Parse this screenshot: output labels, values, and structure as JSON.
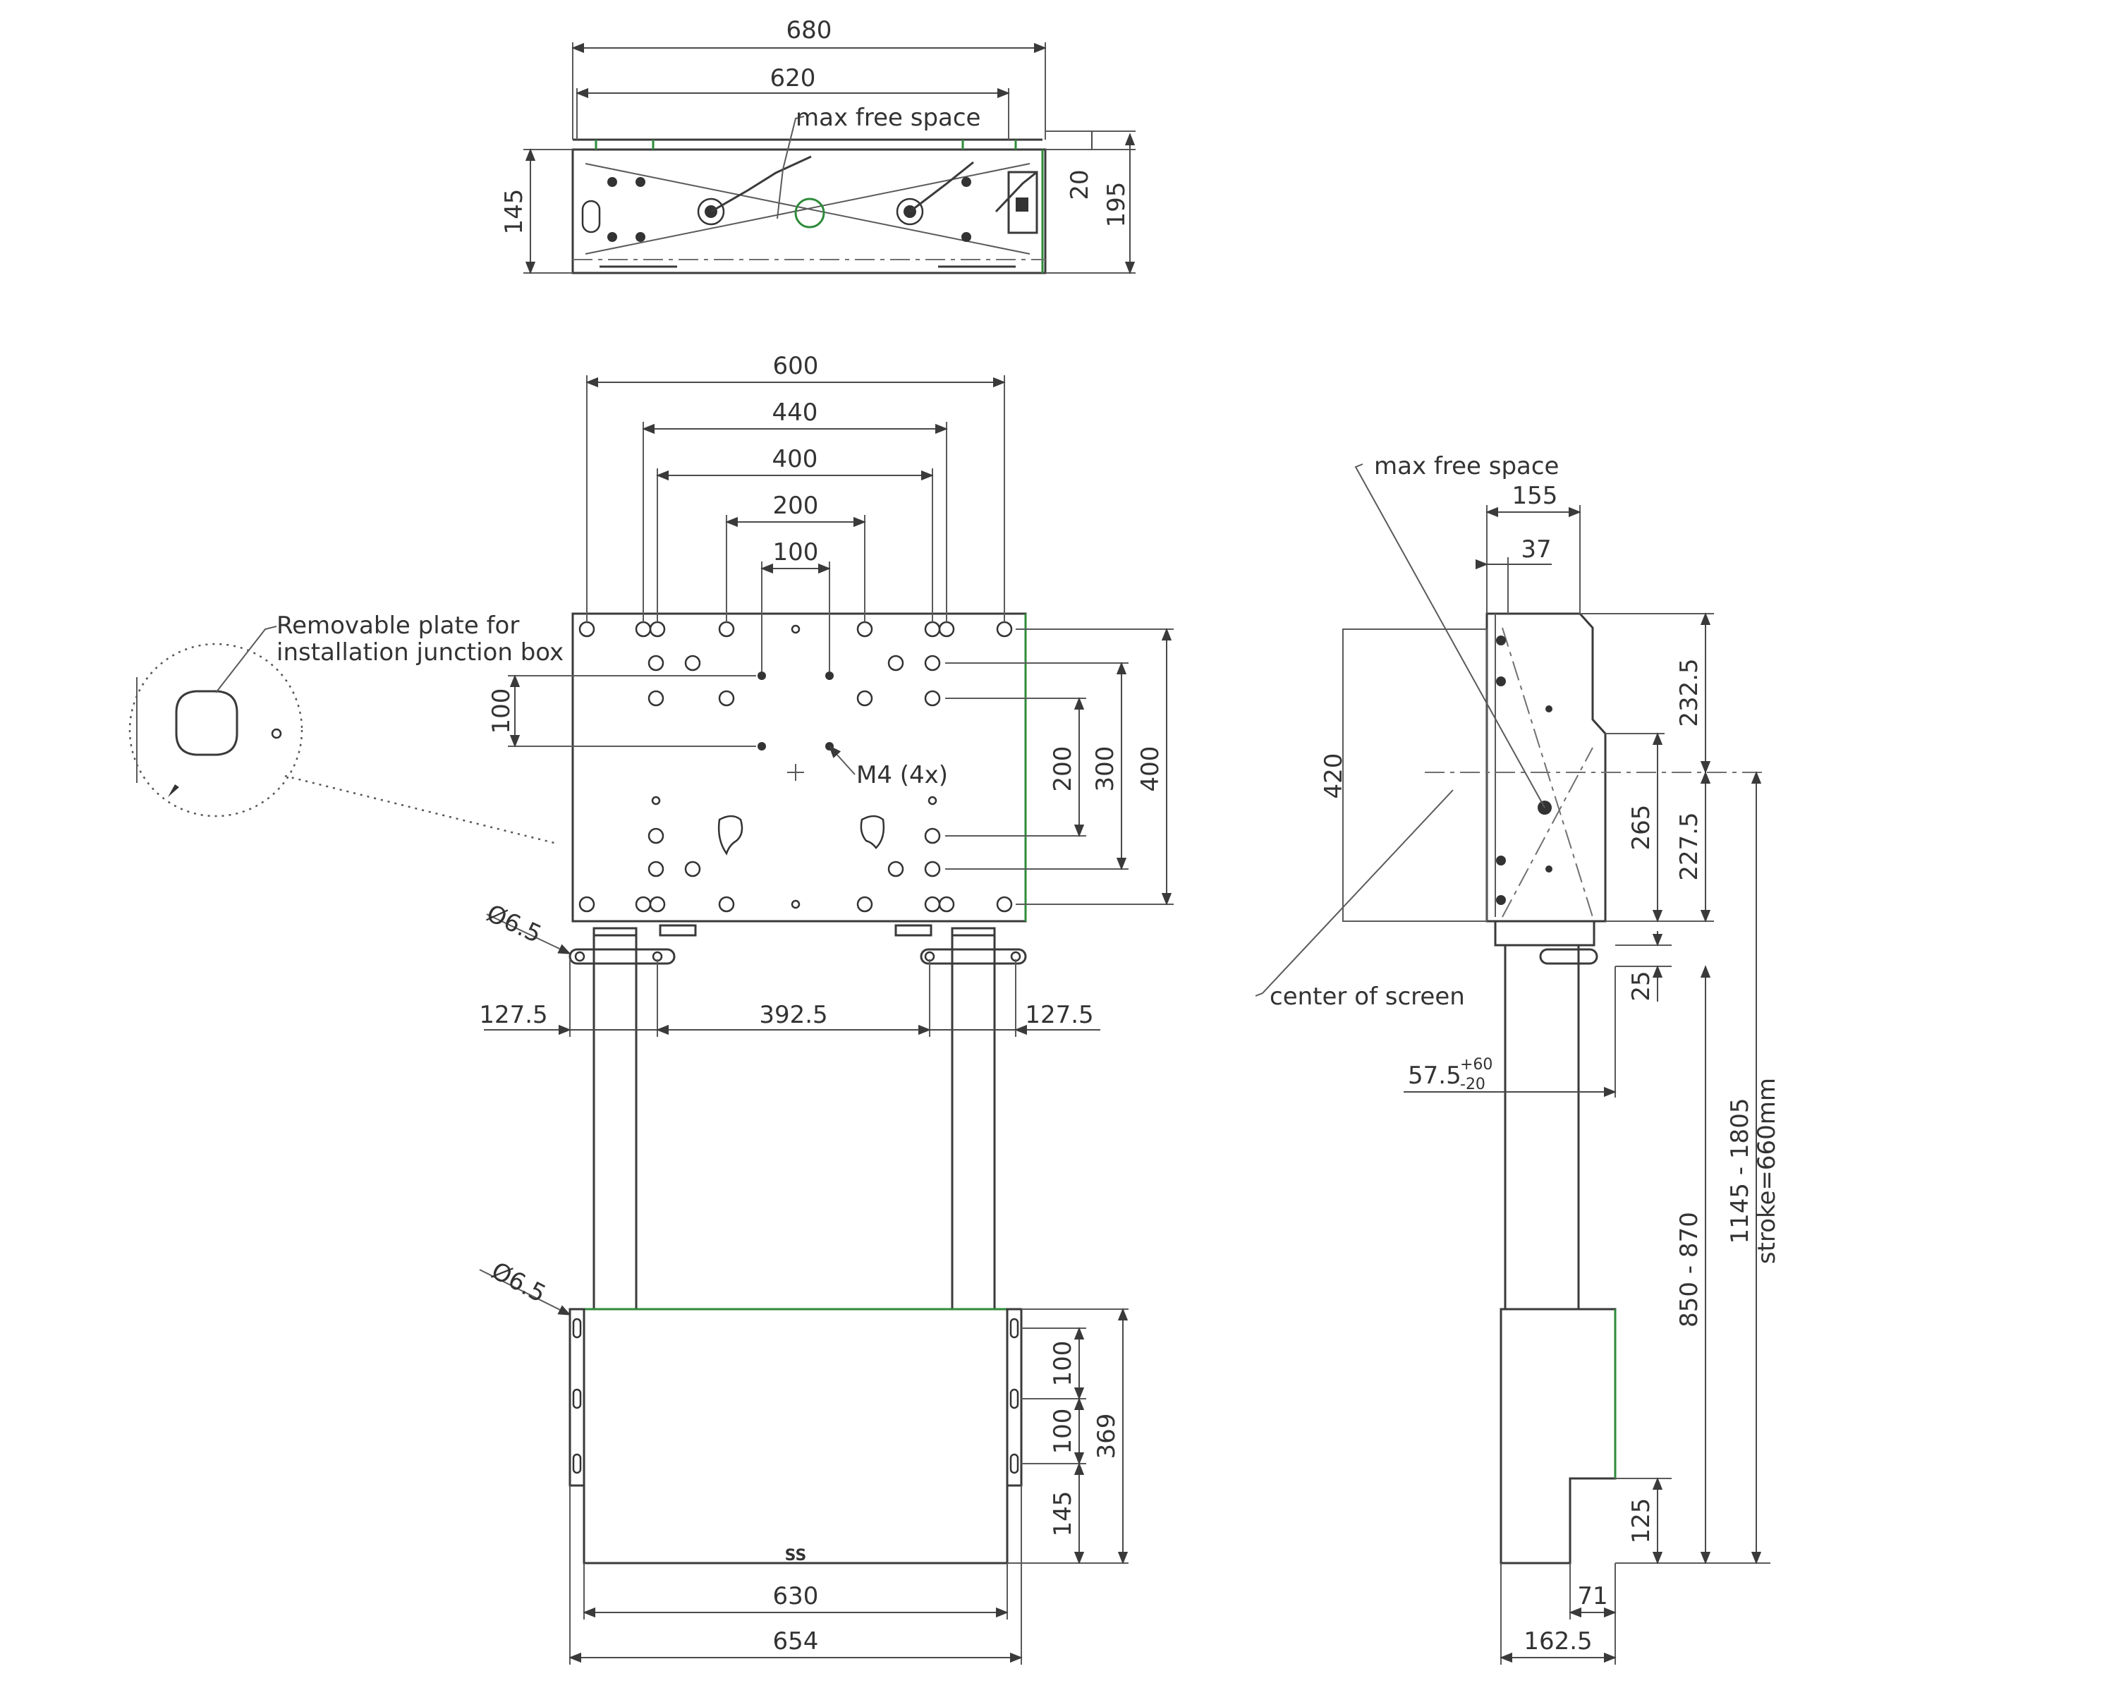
{
  "top_view": {
    "dims": {
      "overall_width": "680",
      "inner_width": "620",
      "depth": "145",
      "offset": "20",
      "total_depth": "195"
    },
    "label_max_free_space": "max free space"
  },
  "front_view": {
    "dims": {
      "w600": "600",
      "w440": "440",
      "w400": "400",
      "w200": "200",
      "w100": "100",
      "v100": "100",
      "v200": "200",
      "v300": "300",
      "v400": "400",
      "left_margin": "127.5",
      "post_spacing": "392.5",
      "right_margin": "127.5",
      "hole_dia_top": "Ø6.5",
      "hole_dia_bottom": "Ø6.5",
      "base_v100a": "100",
      "base_v100b": "100",
      "base_v145": "145",
      "base_height": "369",
      "base_inner_width": "630",
      "base_width": "654"
    },
    "label_m4": "M4 (4x)",
    "label_removable_line1": "Removable plate for",
    "label_removable_line2": "installation junction box",
    "logo": "SS"
  },
  "side_view": {
    "dims": {
      "w155": "155",
      "w37": "37",
      "screen_height": "420",
      "h232_5": "232.5",
      "h265": "265",
      "h227_5": "227.5",
      "h25": "25",
      "offset_base": "57.5",
      "tol_plus": "+60",
      "tol_minus": "-20",
      "h850_870": "850 - 870",
      "h1145_1805": "1145 - 1805",
      "stroke": "stroke=660mm",
      "h125": "125",
      "w71": "71",
      "w162_5": "162.5"
    },
    "label_max_free_space": "max free space",
    "label_center_of_screen": "center of screen"
  }
}
